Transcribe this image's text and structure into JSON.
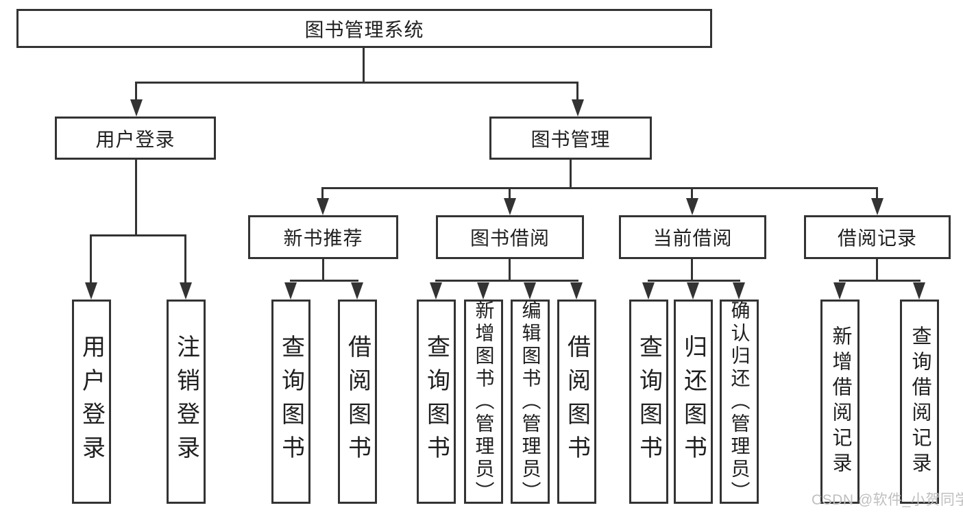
{
  "diagram": {
    "title": "图书管理系统",
    "root": {
      "label": "图书管理系统"
    },
    "level2": [
      {
        "label": "用户登录"
      },
      {
        "label": "图书管理"
      }
    ],
    "level3": [
      {
        "label": "新书推荐"
      },
      {
        "label": "图书借阅"
      },
      {
        "label": "当前借阅"
      },
      {
        "label": "借阅记录"
      }
    ],
    "leaves": {
      "user_login": [
        {
          "label": "用户登录"
        },
        {
          "label": "注销登录"
        }
      ],
      "new_book_recommend": [
        {
          "label": "查询图书"
        },
        {
          "label": "借阅图书"
        }
      ],
      "book_borrow": [
        {
          "label": "查询图书"
        },
        {
          "label": "新增图书（管理员）"
        },
        {
          "label": "编辑图书（管理员）"
        },
        {
          "label": "借阅图书"
        }
      ],
      "current_borrow": [
        {
          "label": "查询图书"
        },
        {
          "label": "归还图书"
        },
        {
          "label": "确认归还（管理员）"
        }
      ],
      "borrow_record": [
        {
          "label": "新增借阅记录"
        },
        {
          "label": "查询借阅记录"
        }
      ]
    },
    "watermark": "CSDN @软件_小贺同学",
    "colors": {
      "line": "#333333",
      "text": "#1f1f1f",
      "watermark": "#bfbfbf",
      "background": "#ffffff"
    }
  }
}
